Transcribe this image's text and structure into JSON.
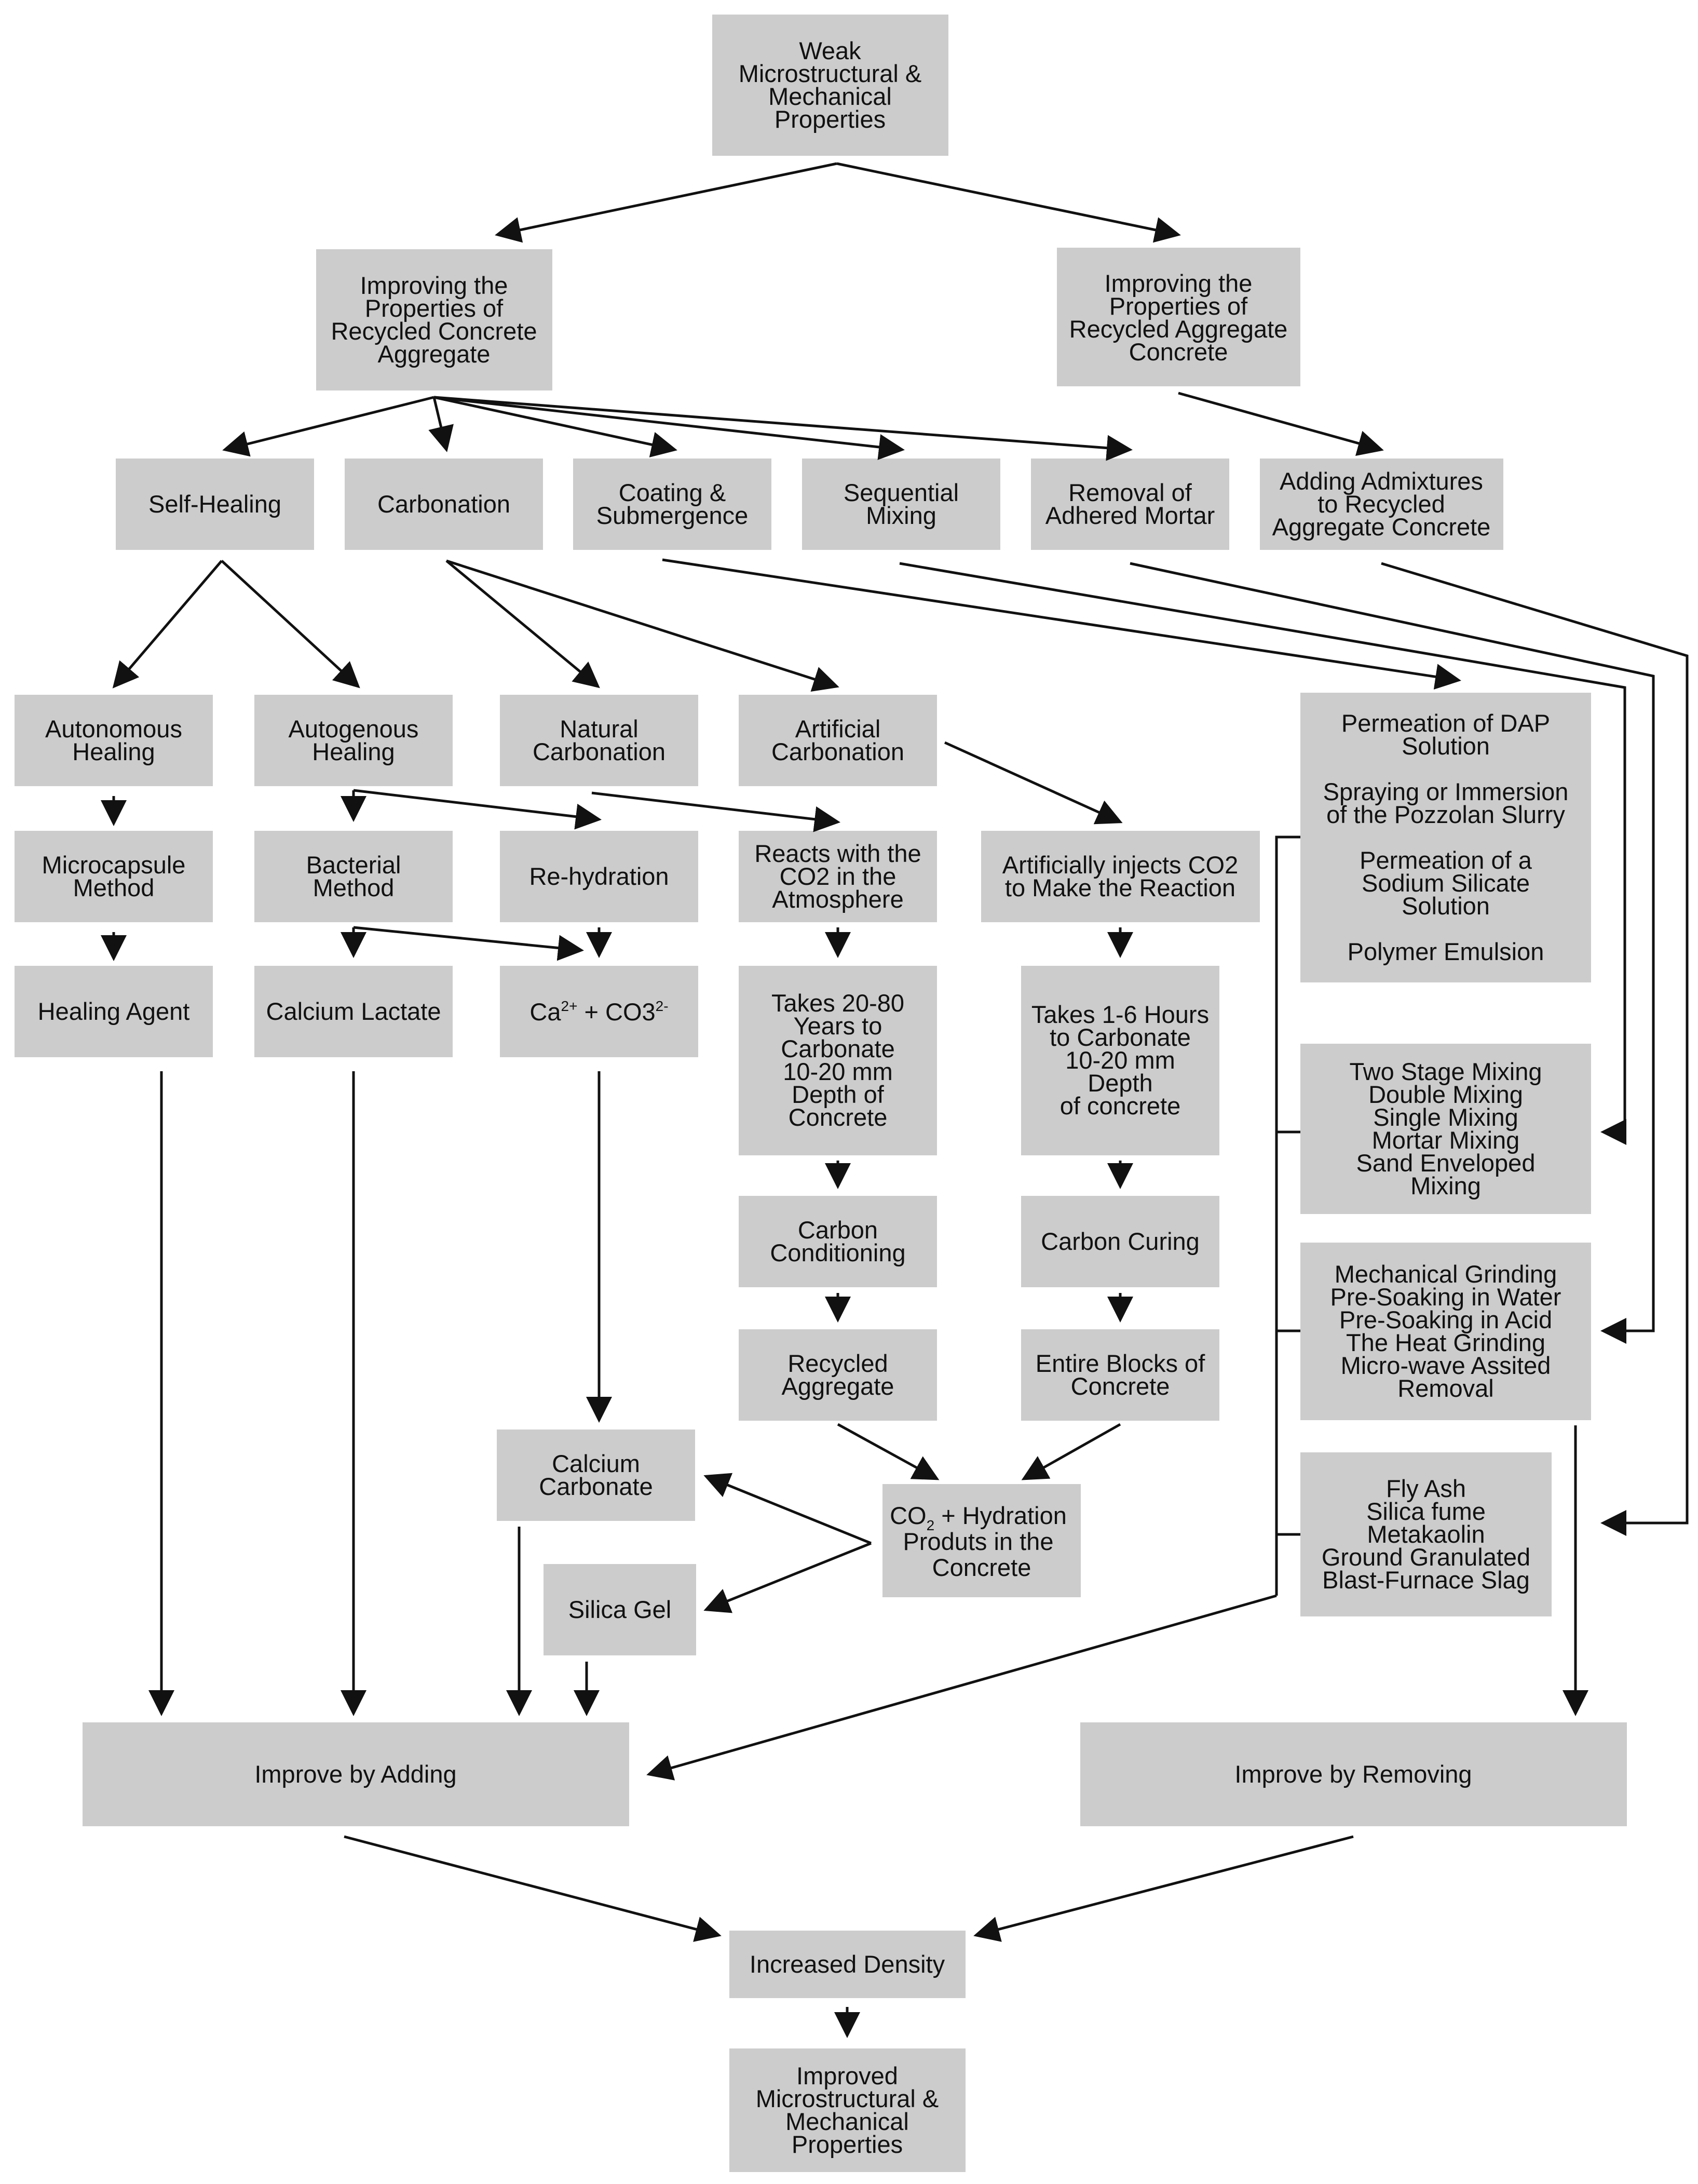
{
  "nodes": {
    "weak": [
      "Weak",
      "Microstructural &",
      "Mechanical",
      "Properties"
    ],
    "improving_rca": [
      "Improving the",
      "Properties of",
      "Recycled Concrete",
      "Aggregate"
    ],
    "improving_rac": [
      "Improving the",
      "Properties of",
      "Recycled Aggregate",
      "Concrete"
    ],
    "self_healing": [
      "Self-Healing"
    ],
    "carbonation": [
      "Carbonation"
    ],
    "coating": [
      "Coating &",
      "Submergence"
    ],
    "sequential": [
      "Sequential",
      "Mixing"
    ],
    "removal": [
      "Removal of",
      "Adhered Mortar"
    ],
    "adding_admixtures": [
      "Adding Admixtures",
      "to Recycled",
      "Aggregate Concrete"
    ],
    "autonomous": [
      "Autonomous",
      "Healing"
    ],
    "autogenous": [
      "Autogenous",
      "Healing"
    ],
    "natural_carb": [
      "Natural",
      "Carbonation"
    ],
    "artificial_carb": [
      "Artificial",
      "Carbonation"
    ],
    "dap_group": [
      "Permeation of DAP",
      "Solution",
      "",
      "Spraying or Immersion",
      "of the Pozzolan Slurry",
      "",
      "Permeation of a",
      "Sodium Silicate",
      "Solution",
      "",
      "Polymer Emulsion"
    ],
    "microcapsule": [
      "Microcapsule",
      "Method"
    ],
    "bacterial": [
      "Bacterial",
      "Method"
    ],
    "rehydration": [
      "Re-hydration"
    ],
    "reacts_co2": [
      "Reacts with the",
      "CO2 in the",
      "Atmosphere"
    ],
    "artificially_injects": [
      "Artificially injects CO2",
      "to Make the Reaction"
    ],
    "healing_agent": [
      "Healing Agent"
    ],
    "calcium_lactate": [
      "Calcium Lactate"
    ],
    "ions": {
      "ca": "Ca",
      "ca_sup": "2+",
      "mid": " + CO3",
      "co3_sup": "2-"
    },
    "takes_20_80": [
      "Takes 20-80",
      "Years to",
      "Carbonate",
      "10-20 mm",
      "Depth of",
      "Concrete"
    ],
    "takes_1_6": [
      "Takes 1-6 Hours",
      "to Carbonate",
      "10-20 mm",
      "Depth",
      "of concrete"
    ],
    "mixing_group": [
      "Two Stage Mixing",
      "Double Mixing",
      "Single Mixing",
      "Mortar Mixing",
      "Sand Enveloped",
      "Mixing"
    ],
    "carbon_conditioning": [
      "Carbon",
      "Conditioning"
    ],
    "carbon_curing": [
      "Carbon Curing"
    ],
    "grinding_group": [
      "Mechanical Grinding",
      "Pre-Soaking in Water",
      "Pre-Soaking in Acid",
      "The Heat Grinding",
      "Micro-wave Assited",
      "Removal"
    ],
    "recycled_aggregate": [
      "Recycled",
      "Aggregate"
    ],
    "entire_blocks": [
      "Entire Blocks of",
      "Concrete"
    ],
    "calcium_carbonate": [
      "Calcium",
      "Carbonate"
    ],
    "co2_hydration": {
      "co": "CO",
      "sub": "2",
      "rest": " + Hydration",
      "line2": "Produts in the",
      "line3": "Concrete"
    },
    "admixtures_group": [
      "Fly Ash",
      "Silica fume",
      "Metakaolin",
      "Ground Granulated",
      "Blast-Furnace Slag"
    ],
    "silica_gel": [
      "Silica Gel"
    ],
    "improve_adding": [
      "Improve by Adding"
    ],
    "improve_removing": [
      "Improve by Removing"
    ],
    "increased_density": [
      "Increased Density"
    ],
    "improved": [
      "Improved",
      "Microstructural &",
      "Mechanical",
      "Properties"
    ]
  }
}
